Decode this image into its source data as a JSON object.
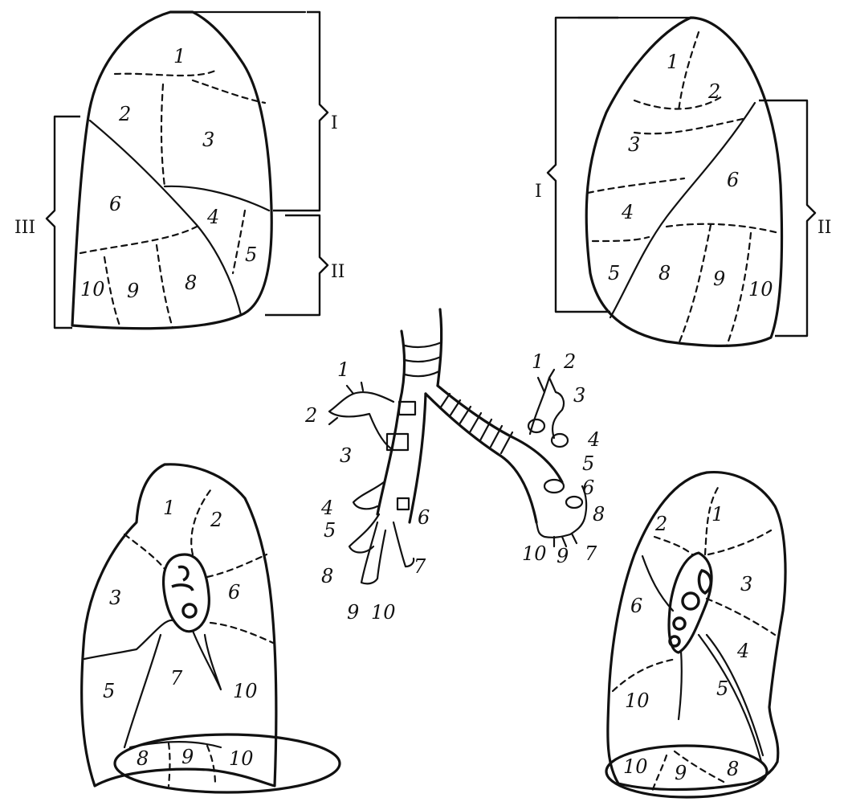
{
  "lateral_right": {
    "segments": [
      "1",
      "2",
      "3",
      "6",
      "4",
      "5",
      "10",
      "9",
      "8"
    ],
    "lobes": [
      "I",
      "II",
      "III"
    ]
  },
  "lateral_left": {
    "segments": [
      "1",
      "2",
      "3",
      "6",
      "4",
      "5",
      "8",
      "9",
      "10"
    ],
    "lobes": [
      "I",
      "II"
    ]
  },
  "bronchi_right": {
    "labels": [
      "1",
      "2",
      "3",
      "4",
      "5",
      "6",
      "7",
      "8",
      "9",
      "10"
    ]
  },
  "bronchi_left": {
    "labels": [
      "1",
      "2",
      "3",
      "4",
      "5",
      "6",
      "8",
      "10",
      "9",
      "7"
    ]
  },
  "medial_right": {
    "segments": [
      "1",
      "2",
      "3",
      "6",
      "5",
      "7",
      "10",
      "8",
      "9",
      "10"
    ]
  },
  "medial_left": {
    "segments": [
      "2",
      "1",
      "3",
      "6",
      "4",
      "5",
      "10",
      "10",
      "9",
      "8"
    ]
  }
}
